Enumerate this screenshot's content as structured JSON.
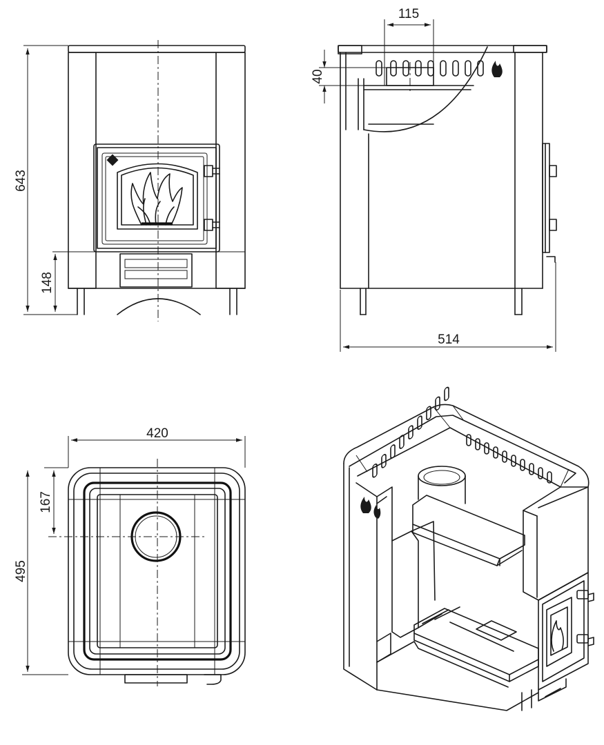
{
  "dimensions": {
    "front_height": "643",
    "front_base_height": "148",
    "side_top_gap": "40",
    "side_top_width": "115",
    "side_depth": "514",
    "plan_width": "420",
    "plan_center_offset": "167",
    "plan_depth": "495"
  }
}
